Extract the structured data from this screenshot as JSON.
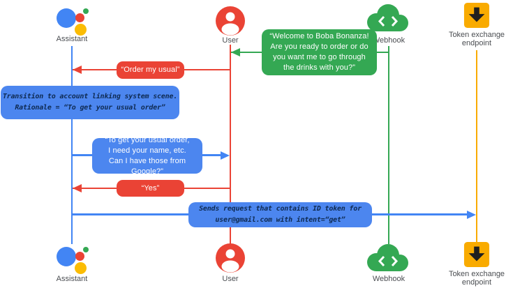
{
  "actors": {
    "assistant": {
      "label": "Assistant"
    },
    "user": {
      "label": "User"
    },
    "webhook": {
      "label": "Webhook"
    },
    "token_endpoint": {
      "label": "Token exchange\nendpoint"
    }
  },
  "messages": {
    "welcome": {
      "text": "“Welcome to Boba Bonanza!\nAre you ready to order or do\nyou want me to go through\nthe drinks with you?”",
      "from": "webhook",
      "to": "user",
      "color": "#34A853"
    },
    "order_usual": {
      "text": "“Order my usual”",
      "from": "user",
      "to": "assistant",
      "color": "#EA4335"
    },
    "transition_note": {
      "text": "Transition to account linking system scene.\nRationale = “To get your usual order”",
      "on": "assistant",
      "color": "#4C86EF"
    },
    "ask_permission": {
      "text": "“To get your usual order,\nI need your name, etc.\nCan I have those from Google?”",
      "from": "assistant",
      "to": "user",
      "color": "#4C86EF"
    },
    "yes": {
      "text": "“Yes”",
      "from": "user",
      "to": "assistant",
      "color": "#EA4335"
    },
    "sends_request": {
      "text": "Sends request that contains ID token for\nuser@gmail.com with intent=“get”",
      "from": "assistant",
      "to": "token_endpoint",
      "color": "#4C86EF"
    }
  },
  "colors": {
    "blue": "#4285F4",
    "chip_blue": "#4C86EF",
    "red": "#EA4335",
    "green": "#34A853",
    "amber": "#F9AB00",
    "assistant_yellow": "#FBBC04",
    "label_gray": "#4A4D51",
    "mono_text": "#0E2A52"
  }
}
